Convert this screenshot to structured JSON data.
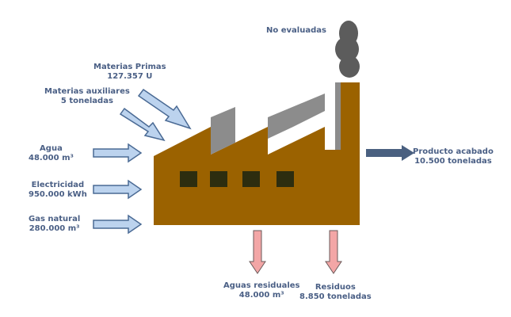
{
  "labels": {
    "no_evaluadas": "No evaluadas",
    "materias_primas": {
      "name": "Materias Primas",
      "value": "127.357 U"
    },
    "materias_auxiliares": {
      "name": "Materias auxiliares",
      "value": "5 toneladas"
    },
    "agua": {
      "name": "Agua",
      "value": "48.000 m³"
    },
    "electricidad": {
      "name": "Electricidad",
      "value": "950.000 kWh"
    },
    "gas_natural": {
      "name": "Gas natural",
      "value": "280.000 m³"
    },
    "producto_acabado": {
      "name": "Producto acabado",
      "value": "10.500 toneladas"
    },
    "aguas_residuales": {
      "name": "Aguas residuales",
      "value": "48.000 m³"
    },
    "residuos": {
      "name": "Residuos",
      "value": "8.850 toneladas"
    }
  },
  "colors": {
    "factory_body": "#9b6200",
    "factory_roof_gray": "#8c8c8c",
    "window": "#2d2d0f",
    "smoke": "#5c5c5c",
    "input_arrow": "#bcd3ee",
    "input_arrow_outline": "#4a6a94",
    "output_product_arrow": "#4a6080",
    "waste_arrow": "#f3a6a6",
    "waste_arrow_outline": "#6a5a5a",
    "label_text": "#4a5f85"
  }
}
